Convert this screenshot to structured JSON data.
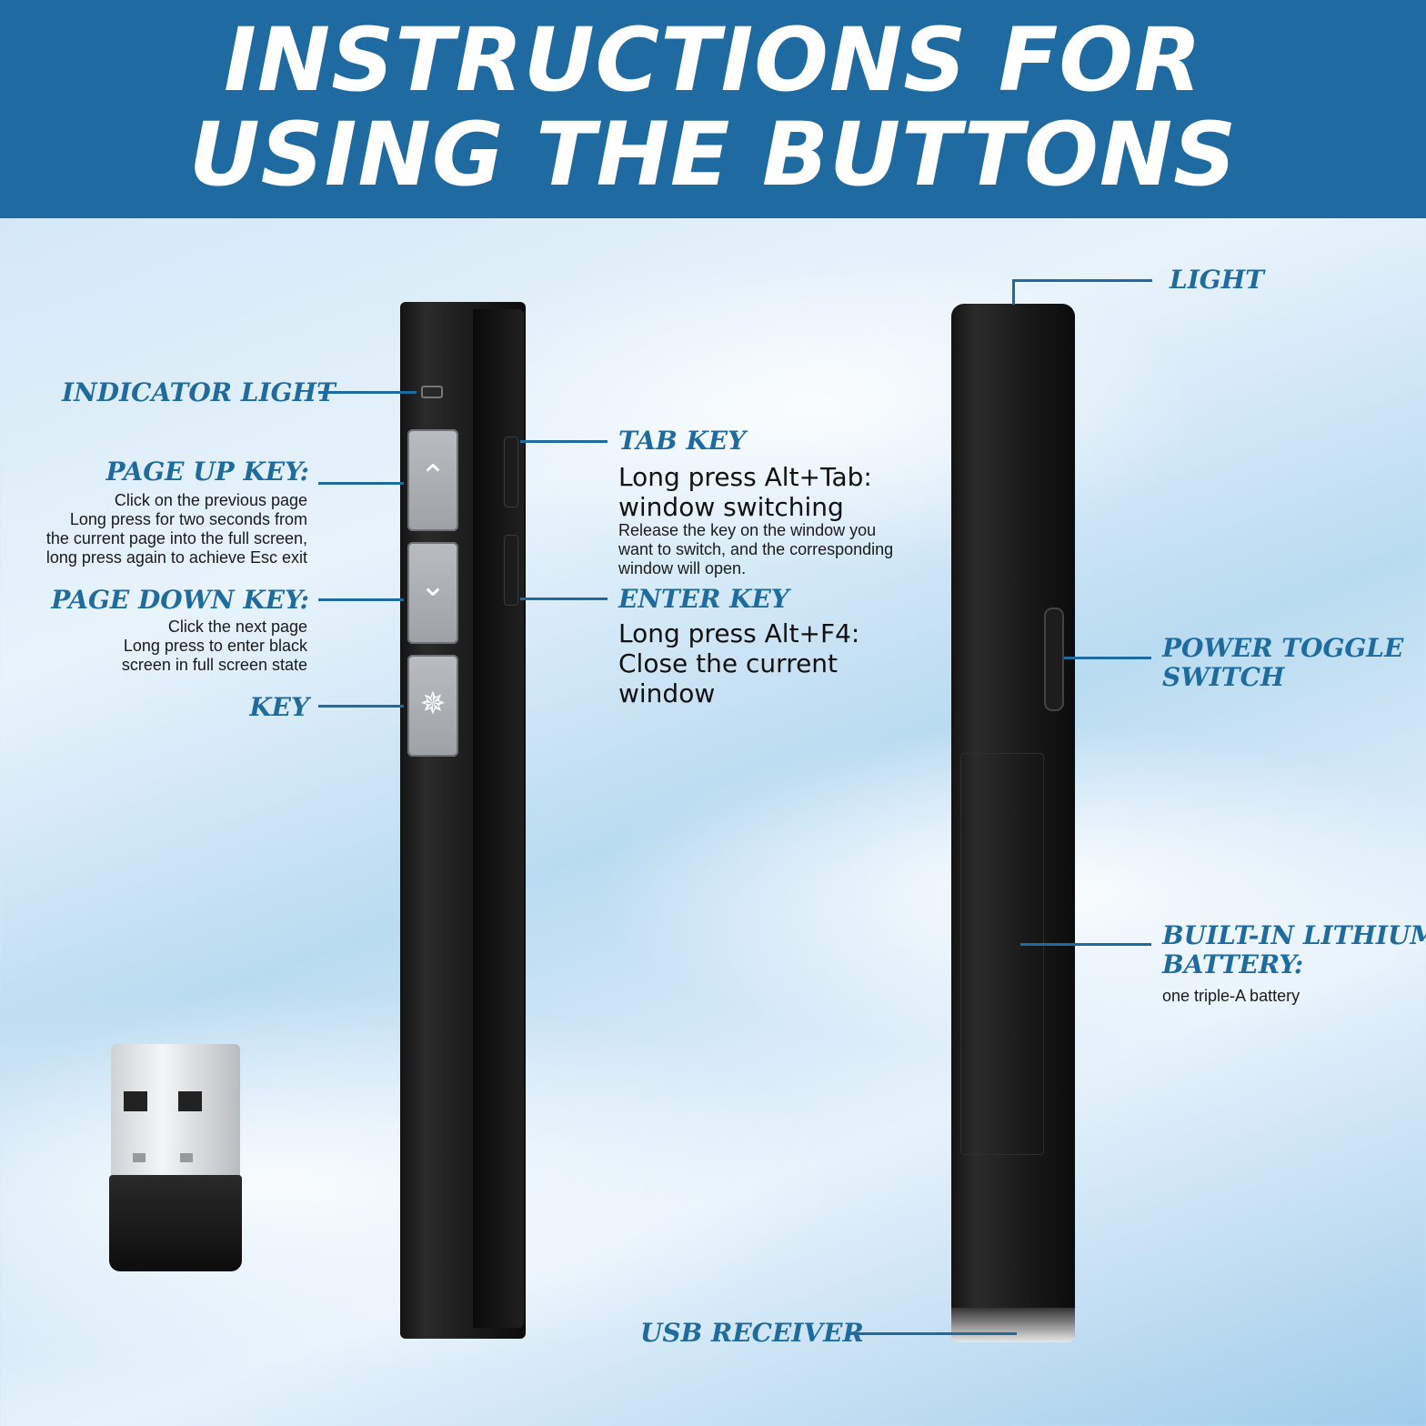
{
  "banner": {
    "title_line1": "INSTRUCTIONS FOR",
    "title_line2": "USING THE BUTTONS"
  },
  "left_labels": {
    "indicator_light": "INDICATOR LIGHT",
    "page_up_title": "PAGE UP KEY:",
    "page_up_desc": [
      "Click on the previous page",
      "Long press for two seconds from",
      "the current page into the full screen,",
      "long press again to achieve Esc exit"
    ],
    "page_down_title": "PAGE DOWN KEY:",
    "page_down_desc": [
      "Click the next page",
      "Long press to enter black",
      "screen in full screen state"
    ],
    "key": "KEY"
  },
  "middle_labels": {
    "tab_title": "TAB KEY",
    "tab_big": [
      "Long press Alt+Tab:",
      "window switching"
    ],
    "tab_small": [
      "Release the key on the window you",
      "want to switch, and the corresponding",
      "window will open."
    ],
    "enter_title": "ENTER KEY",
    "enter_big": [
      "Long press Alt+F4:",
      "Close the current",
      "window"
    ]
  },
  "right_labels": {
    "light": "LIGHT",
    "power_line1": "POWER TOGGLE",
    "power_line2": "SWITCH",
    "battery_line1": "BUILT-IN LITHIUM",
    "battery_line2": "BATTERY:",
    "battery_desc": "one triple-A battery",
    "usb_receiver": "USB RECEIVER"
  },
  "icons": {
    "up": "chevron-up-icon",
    "down": "chevron-down-icon",
    "laser": "laser-icon"
  }
}
